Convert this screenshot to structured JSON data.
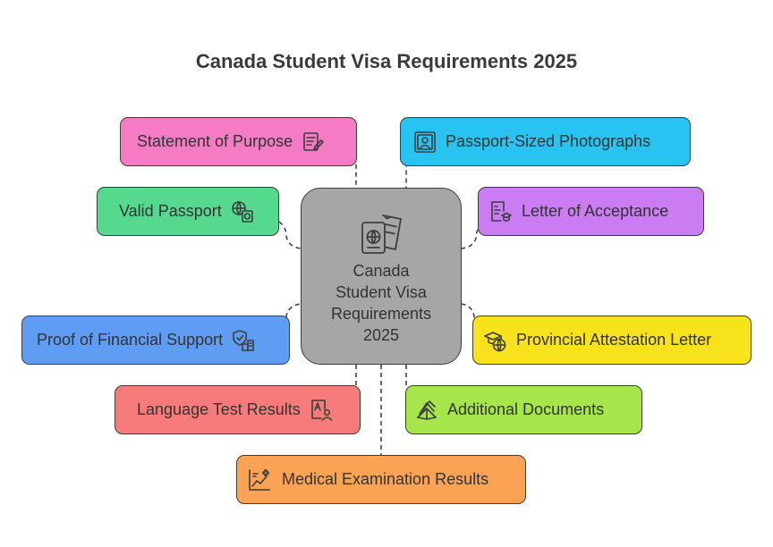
{
  "title": "Canada Student Visa Requirements 2025",
  "center": {
    "label": "Canada\nStudent Visa\nRequirements\n2025",
    "icon": "passport-ticket-icon"
  },
  "nodes": {
    "sop": {
      "label": "Statement of Purpose",
      "icon": "document-edit-icon",
      "color": "#f47bc4"
    },
    "photo": {
      "label": "Passport-Sized Photographs",
      "icon": "portrait-photo-icon",
      "color": "#29c3f2"
    },
    "passport": {
      "label": "Valid Passport",
      "icon": "globe-passport-icon",
      "color": "#55d98f"
    },
    "acceptance": {
      "label": "Letter of Acceptance",
      "icon": "certificate-graduation-icon",
      "color": "#cb7cf2"
    },
    "financial": {
      "label": "Proof of Financial Support",
      "icon": "shield-building-icon",
      "color": "#5f9df5"
    },
    "pal": {
      "label": "Provincial Attestation Letter",
      "icon": "graduation-globe-icon",
      "color": "#f8e21c"
    },
    "language": {
      "label": "Language Test Results",
      "icon": "language-test-icon",
      "color": "#f77b7b"
    },
    "additional": {
      "label": "Additional Documents",
      "icon": "documents-stack-icon",
      "color": "#a7e64a"
    },
    "medical": {
      "label": "Medical Examination Results",
      "icon": "medical-chart-icon",
      "color": "#fba354"
    }
  }
}
